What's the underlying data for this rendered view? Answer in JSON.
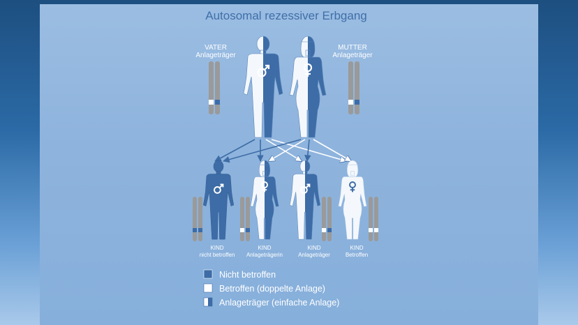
{
  "title": "Autosomal rezessiver Erbgang",
  "parents": {
    "father": {
      "line1": "VATER",
      "line2": "Anlageträger"
    },
    "mother": {
      "line1": "MUTTER",
      "line2": "Anlageträger"
    }
  },
  "children": [
    {
      "line1": "KIND",
      "line2": "nicht betroffen"
    },
    {
      "line1": "KIND",
      "line2": "Anlageträgerin"
    },
    {
      "line1": "KIND",
      "line2": "Anlageträger"
    },
    {
      "line1": "KIND",
      "line2": "Betroffen"
    }
  ],
  "legend": [
    {
      "text": "Nicht betroffen"
    },
    {
      "text": "Betroffen (doppelte Anlage)"
    },
    {
      "text": "Anlageträger (einfache Anlage)"
    }
  ],
  "colors": {
    "dark_blue": "#3d6ca6",
    "white": "#ffffff",
    "chromosome_gray": "#9a9a9a"
  },
  "icons": [
    "male-symbol-icon",
    "female-symbol-icon"
  ]
}
